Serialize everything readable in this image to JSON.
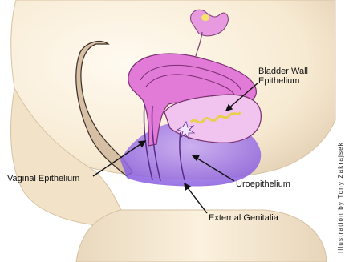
{
  "labels": {
    "bladder_line1": "Bladder Wall",
    "bladder_line2": "Epithelium",
    "vaginal": "Vaginal Epithelium",
    "uroepithelium": "Uroepithelium",
    "external_genitalia": "External Genitalia"
  },
  "credit": "Illustration by Tony Zakrajsek",
  "colors": {
    "skin_light": "#fdf5e3",
    "skin_shadow": "#e2cfb4",
    "uterus": "#e27ad8",
    "bladder": "#f0c4ee",
    "epithelium_highlight": "#f5e46a",
    "violet_region": "#9b6ee6",
    "rectum": "#d6bfa4"
  }
}
